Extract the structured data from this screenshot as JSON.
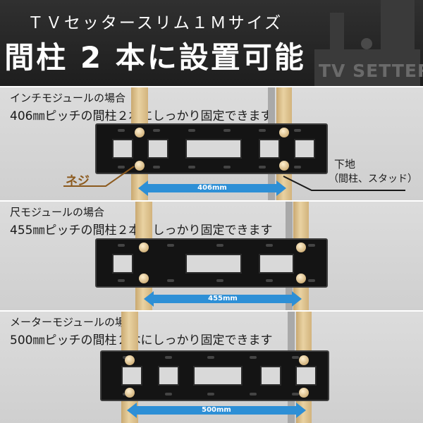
{
  "header": {
    "subtitle": "ＴＶセッタースリム１Ｍサイズ",
    "title": "間柱 2 本に設置可能",
    "logo_text": "TV SETTER",
    "background_color": "#262626"
  },
  "sections": [
    {
      "title": "インチモジュールの場合",
      "description": "406㎜ピッチの間柱２本にしっかり固定できます",
      "spacing_label": "406mm"
    },
    {
      "title": "尺モジュールの場合",
      "description": "455㎜ピッチの間柱２本にしっかり固定できます",
      "spacing_label": "455mm"
    },
    {
      "title": "メーターモジュールの場合",
      "description": "500㎜ピッチの間柱２本にしっかり固定できます",
      "spacing_label": "500mm"
    }
  ],
  "callouts": {
    "screw_label": "ネジ",
    "base_label": "下地",
    "base_sublabel": "（間柱、スタッド）"
  },
  "colors": {
    "arrow": "#2d8fd6",
    "screw_label": "#8c5a1e",
    "wood": "#e2c58f",
    "plate": "#141414"
  }
}
